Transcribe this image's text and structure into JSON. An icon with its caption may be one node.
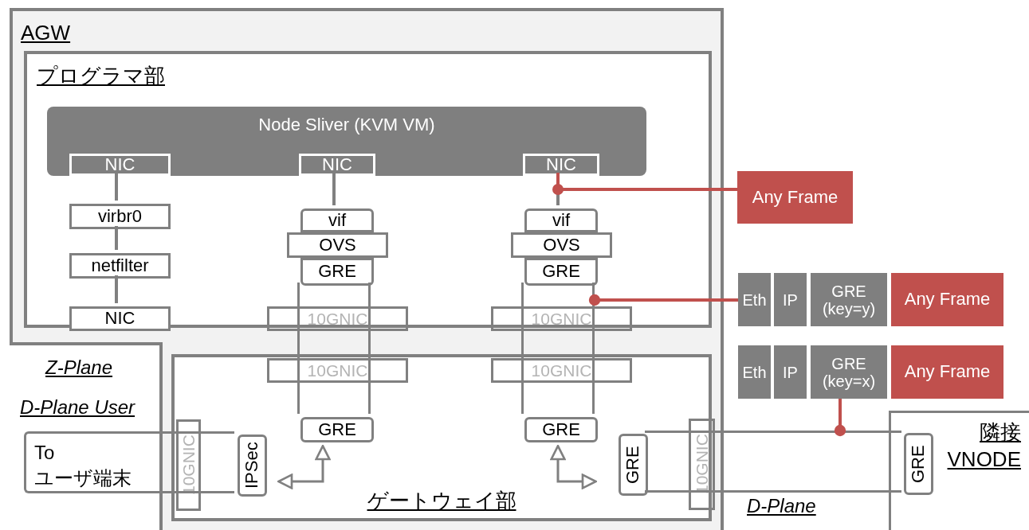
{
  "diagram": {
    "nodes": [
      {
        "text": [
          "AGW"
        ]
      },
      {
        "text": [
          "プログラマ部"
        ],
        "in": 0
      },
      {
        "text": [
          "Node Sliver (KVM VM)"
        ],
        "in": 1
      },
      {
        "text": [
          "NIC"
        ],
        "in": 2
      },
      {
        "text": [
          "NIC"
        ],
        "in": 2
      },
      {
        "text": [
          "NIC"
        ],
        "in": 2
      },
      {
        "text": [
          "virbr0"
        ],
        "in": 1
      },
      {
        "text": [
          "netfilter"
        ],
        "in": 1
      },
      {
        "text": [
          "NIC"
        ],
        "in": 1
      },
      {
        "text": [
          "vif"
        ],
        "in": 1
      },
      {
        "text": [
          "OVS"
        ],
        "in": 1
      },
      {
        "text": [
          "GRE"
        ],
        "in": 1
      },
      {
        "text": [
          "vif"
        ],
        "in": 1
      },
      {
        "text": [
          "OVS"
        ],
        "in": 1
      },
      {
        "text": [
          "GRE"
        ],
        "in": 1
      },
      {
        "text": [
          "10GNIC"
        ],
        "in": 1
      },
      {
        "text": [
          "10GNIC"
        ],
        "in": 1
      },
      {
        "text": [
          "Any Frame"
        ]
      },
      {
        "text": [
          "Eth"
        ]
      },
      {
        "text": [
          "IP"
        ]
      },
      {
        "text": [
          "GRE (key=y)"
        ]
      },
      {
        "text": [
          "Any Frame"
        ]
      },
      {
        "text": [
          "ゲートウェイ部"
        ],
        "in": 0
      },
      {
        "text": [
          "10GNIC"
        ],
        "in": 22
      },
      {
        "text": [
          "10GNIC"
        ],
        "in": 22
      },
      {
        "text": [
          "GRE"
        ],
        "in": 22
      },
      {
        "text": [
          "GRE"
        ],
        "in": 22
      },
      {
        "text": [
          "Eth"
        ]
      },
      {
        "text": [
          "IP"
        ]
      },
      {
        "text": [
          "GRE (key=x)"
        ]
      },
      {
        "text": [
          "Any Frame"
        ]
      },
      {
        "text": [
          "To ユーザ端末"
        ]
      },
      {
        "text": [
          "10GNIC"
        ],
        "in": 22
      },
      {
        "text": [
          "IPSec"
        ],
        "in": 22
      },
      {
        "text": [],
        "shape": "box"
      },
      {
        "text": [
          "GRE"
        ],
        "in": 22
      },
      {
        "text": [
          "10GNIC"
        ],
        "in": 22
      },
      {
        "text": [
          "GRE"
        ],
        "in": 38
      },
      {
        "text": [
          "隣接 VNODE"
        ]
      },
      {
        "text": [],
        "shape": "box",
        "in": 0
      },
      {
        "text": [],
        "shape": "box",
        "in": 0
      }
    ],
    "edges": [
      {
        "from": 3,
        "to": 6,
        "arrow": "none"
      },
      {
        "from": 6,
        "to": 7,
        "arrow": "none"
      },
      {
        "from": 7,
        "to": 8,
        "arrow": "none"
      },
      {
        "from": 4,
        "to": 9,
        "arrow": "none"
      },
      {
        "from": 5,
        "to": 12,
        "arrow": "none"
      },
      {
        "from": 17,
        "to": 5,
        "arrow": "none",
        "color": "#c0504d"
      },
      {
        "from": 18,
        "to": 40,
        "arrow": "other",
        "color": "#c0504d"
      },
      {
        "from": 29,
        "to": 34,
        "arrow": "other",
        "color": "#c0504d"
      },
      {
        "from": 25,
        "to": 33,
        "arrow": "both"
      },
      {
        "from": 26,
        "to": 35,
        "arrow": "both"
      }
    ],
    "labels": [
      "Z-Plane",
      "D-Plane User",
      "D-Plane"
    ]
  }
}
